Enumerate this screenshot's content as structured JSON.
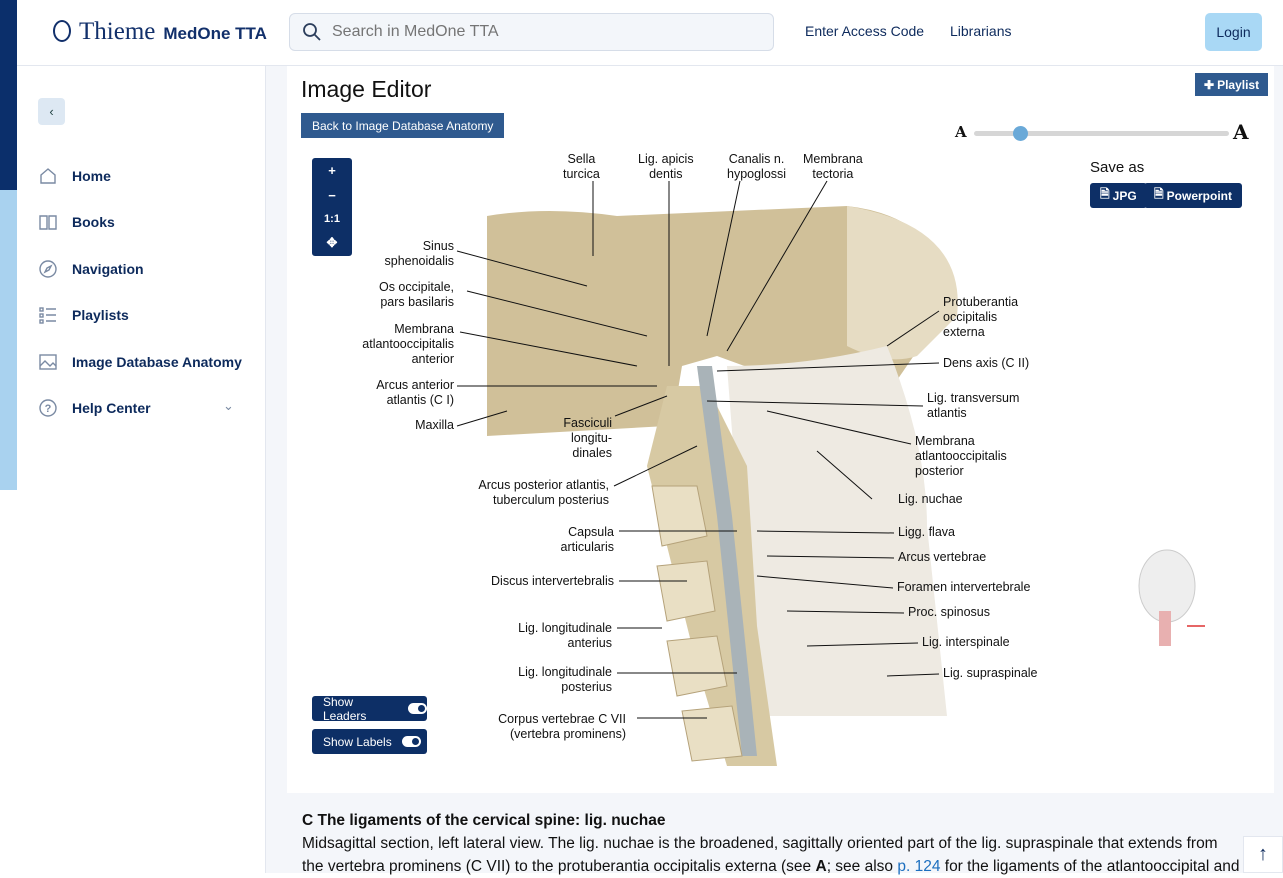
{
  "header": {
    "brand": "Thieme",
    "product": "MedOne TTA",
    "search_placeholder": "Search in MedOne TTA",
    "links": [
      "Enter Access Code",
      "Librarians"
    ],
    "login": "Login"
  },
  "sidebar": {
    "items": [
      {
        "label": "Home",
        "icon": "home-icon"
      },
      {
        "label": "Books",
        "icon": "book-icon"
      },
      {
        "label": "Navigation",
        "icon": "compass-icon"
      },
      {
        "label": "Playlists",
        "icon": "list-icon"
      },
      {
        "label": "Image Database Anatomy",
        "icon": "image-icon"
      },
      {
        "label": "Help Center",
        "icon": "help-icon"
      }
    ]
  },
  "editor": {
    "title": "Image Editor",
    "back": "Back to Image Database Anatomy",
    "playlist": "Playlist",
    "font_small": "A",
    "font_large": "A",
    "font_size_level": 0.18,
    "save_as": "Save as",
    "jpg": "JPG",
    "ppt": "Powerpoint",
    "zoom_in": "+",
    "zoom_out": "−",
    "reset": "1:1",
    "move": "✥",
    "show_leaders": "Show Leaders",
    "show_labels": "Show Labels",
    "show_leaders_on": true,
    "show_labels_on": true
  },
  "labels": {
    "sella": "Sella\nturcica",
    "apicis": "Lig. apicis\ndentis",
    "canalis": "Canalis n.\nhypoglossi",
    "tectoria": "Membrana\ntectoria",
    "sinus": "Sinus\nsphenoidalis",
    "occipitale": "Os occipitale,\npars basilaris",
    "mem_ant": "Membrana\natlantooccipitalis\nanterior",
    "arcus_ant": "Arcus anterior\natlantis (C I)",
    "maxilla": "Maxilla",
    "fasciculi": "Fasciculi\nlongitu-\ndinales",
    "arcus_post": "Arcus posterior atlantis,\ntuberculum posterius",
    "capsula": "Capsula\narticularis",
    "discus": "Discus intervertebralis",
    "long_ant": "Lig. longitudinale\nanterius",
    "long_post": "Lig. longitudinale\nposterius",
    "corpus": "Corpus vertebrae C VII\n(vertebra prominens)",
    "protub": "Protuberantia\noccipitalis\nexterna",
    "dens": "Dens axis (C II)",
    "transv": "Lig. transversum\natlantis",
    "mem_post": "Membrana\natlantooccipitalis\nposterior",
    "nuchae": "Lig. nuchae",
    "flava": "Ligg. flava",
    "arcus_vert": "Arcus vertebrae",
    "foramen": "Foramen intervertebrale",
    "spinosus": "Proc. spinosus",
    "interspinale": "Lig. interspinale",
    "supraspinale": "Lig. supraspinale"
  },
  "caption": {
    "title": "C The ligaments of the cervical spine: lig. nuchae",
    "text1": "Midsagittal section, left lateral view. The lig. nuchae is the broadened, sagittally oriented part of the lig. supraspinale that extends from the vertebra prominens (C VII) to the protuberantia occipitalis externa (see ",
    "ref_a": "A",
    "text2": "; see also ",
    "link": "p. 124",
    "text3": " for the ligaments of the atlantooccipital and"
  },
  "colors": {
    "navy": "#0d2f66",
    "accent": "#a9d8f5",
    "link": "#1d6fbf"
  }
}
